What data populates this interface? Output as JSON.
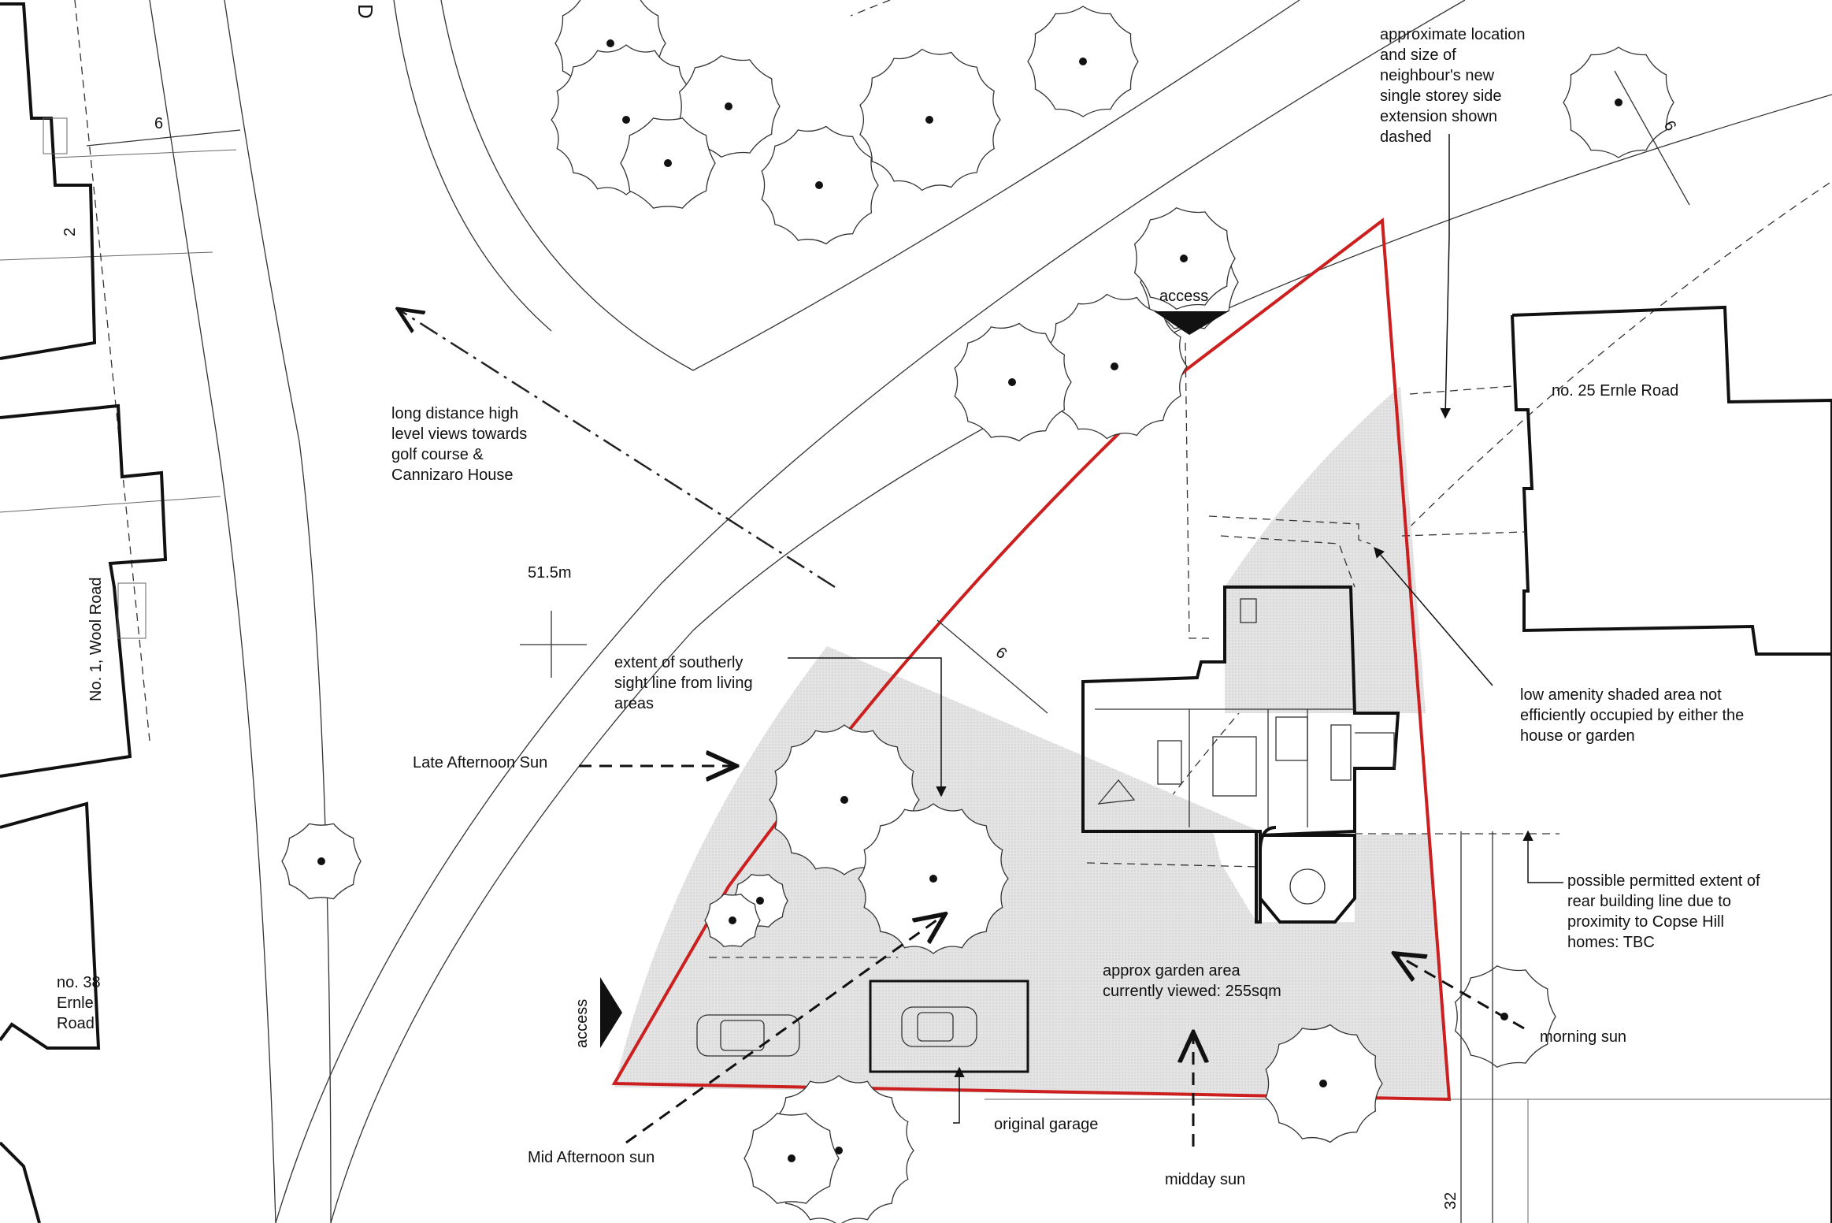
{
  "labels": {
    "access_top": "access",
    "access_left": "access",
    "extension_note": [
      "approximate location",
      "and size of",
      "neighbour's new",
      "single storey side",
      "extension shown",
      "dashed"
    ],
    "no25": "no. 25 Ernle Road",
    "views": [
      "long distance high",
      "level views towards",
      "golf course &",
      "Cannizaro House"
    ],
    "level": "51.5m",
    "sightline": [
      "extent of southerly",
      "sight line from living",
      "areas"
    ],
    "late_sun": "Late Afternoon Sun",
    "mid_sun": "Mid Afternoon sun",
    "midday_sun": "midday sun",
    "morning_sun": "morning sun",
    "garage": "original garage",
    "garden": [
      "approx garden area",
      "currently viewed: 255sqm"
    ],
    "low_amenity": [
      "low amenity shaded area not",
      "efficiently occupied by either the",
      "house or garden"
    ],
    "permitted": [
      "possible permitted extent of",
      "rear building line due to",
      "proximity to Copse Hill",
      "homes: TBC"
    ],
    "wool_road": "No. 1, Wool Road",
    "no38": [
      "no. 38",
      "Ernle",
      "Road"
    ],
    "road_letter": "D",
    "dim_6_top": "6",
    "dim_2": "2",
    "dim_6_tree": "6",
    "dim_6_right": "6",
    "dim_32": "32"
  },
  "colors": {
    "boundary": "#cc1f1f",
    "shading": "#dcdcdc",
    "ink": "#111111"
  }
}
